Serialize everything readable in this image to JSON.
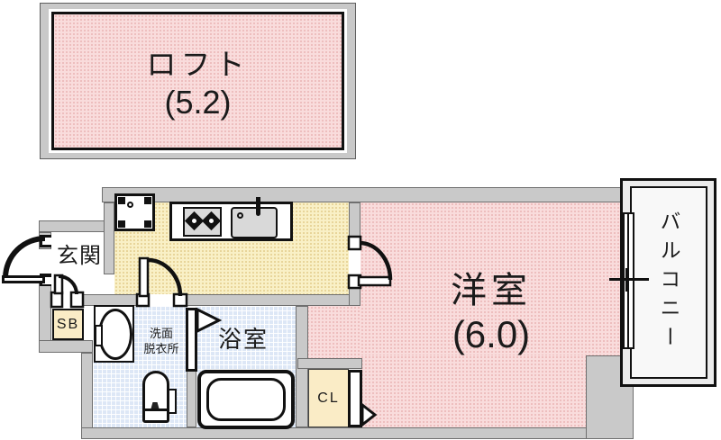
{
  "rooms": {
    "loft": {
      "label": "ロフト",
      "size": "(5.2)"
    },
    "western_room": {
      "label": "洋室",
      "size": "(6.0)"
    },
    "entrance": {
      "label": "玄関"
    },
    "shoe_box": {
      "label": "SB"
    },
    "washroom": {
      "line1": "洗面",
      "line2": "脱衣所"
    },
    "bathroom": {
      "label": "浴室"
    },
    "closet": {
      "label": "CL"
    },
    "balcony": {
      "label": "バルコニー"
    }
  },
  "colors": {
    "wall_gray": "#c9c9c9",
    "room_pink": "#f9dcdc",
    "kitchen_yellow": "#f9f0c6",
    "wet_area_blue": "#dde7f6",
    "storage_cream": "#faecc6",
    "outline_black": "#111111"
  }
}
